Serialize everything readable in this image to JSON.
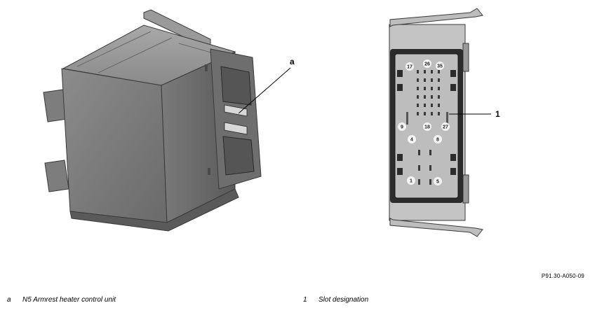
{
  "callouts": {
    "a": "a",
    "one": "1"
  },
  "pin_labels": [
    "17",
    "26",
    "35",
    "9",
    "18",
    "27",
    "4",
    "8",
    "1",
    "5"
  ],
  "figure_id": "P91.30-A050-09",
  "legend": [
    {
      "key": "a",
      "text": "N5 Armrest heater control unit"
    },
    {
      "key": "1",
      "text": "Slot designation"
    }
  ]
}
